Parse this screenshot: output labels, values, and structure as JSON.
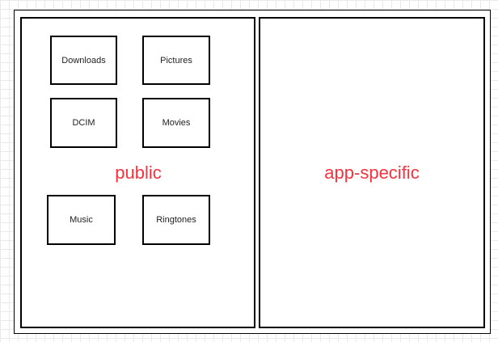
{
  "diagram": {
    "public": {
      "label": "public",
      "folders": [
        {
          "label": "Downloads"
        },
        {
          "label": "Pictures"
        },
        {
          "label": "DCIM"
        },
        {
          "label": "Movies"
        },
        {
          "label": "Music"
        },
        {
          "label": "Ringtones"
        }
      ]
    },
    "app_specific": {
      "label": "app-specific"
    },
    "colors": {
      "label_text": "#f5333f",
      "border": "#000000",
      "grid": "#e9e9e9"
    }
  }
}
